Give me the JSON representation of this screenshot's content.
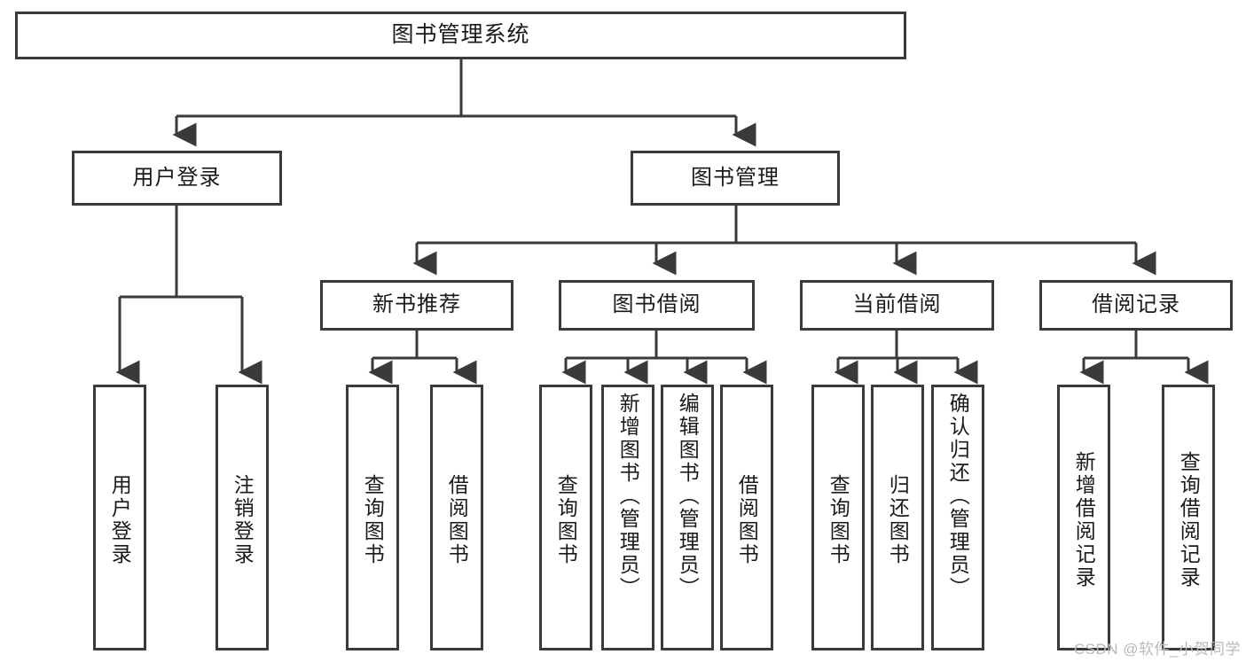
{
  "diagram": {
    "type": "tree",
    "title": "图书管理系统",
    "orientation": "top-down",
    "colors": {
      "box_border": "#3a3a3a",
      "box_fill": "#ffffff",
      "connector": "#3a3a3a",
      "text": "#1a1a1a",
      "watermark": "#b9b9b9"
    },
    "root": {
      "label": "图书管理系统"
    },
    "level2": [
      {
        "label": "用户登录"
      },
      {
        "label": "图书管理"
      }
    ],
    "level3": [
      {
        "label": "新书推荐"
      },
      {
        "label": "图书借阅"
      },
      {
        "label": "当前借阅"
      },
      {
        "label": "借阅记录"
      }
    ],
    "leaves": {
      "user_login": [
        {
          "label": "用户登录"
        },
        {
          "label": "注销登录"
        }
      ],
      "new_book_recommend": [
        {
          "label": "查询图书"
        },
        {
          "label": "借阅图书"
        }
      ],
      "book_borrow": [
        {
          "label": "查询图书"
        },
        {
          "label": "新增图书（管理员）"
        },
        {
          "label": "编辑图书（管理员）"
        },
        {
          "label": "借阅图书"
        }
      ],
      "current_borrow": [
        {
          "label": "查询图书"
        },
        {
          "label": "归还图书"
        },
        {
          "label": "确认归还（管理员）"
        }
      ],
      "borrow_record": [
        {
          "label": "新增借阅记录"
        },
        {
          "label": "查询借阅记录"
        }
      ]
    }
  },
  "watermark": {
    "text": "CSDN @软件_小贺同学"
  }
}
